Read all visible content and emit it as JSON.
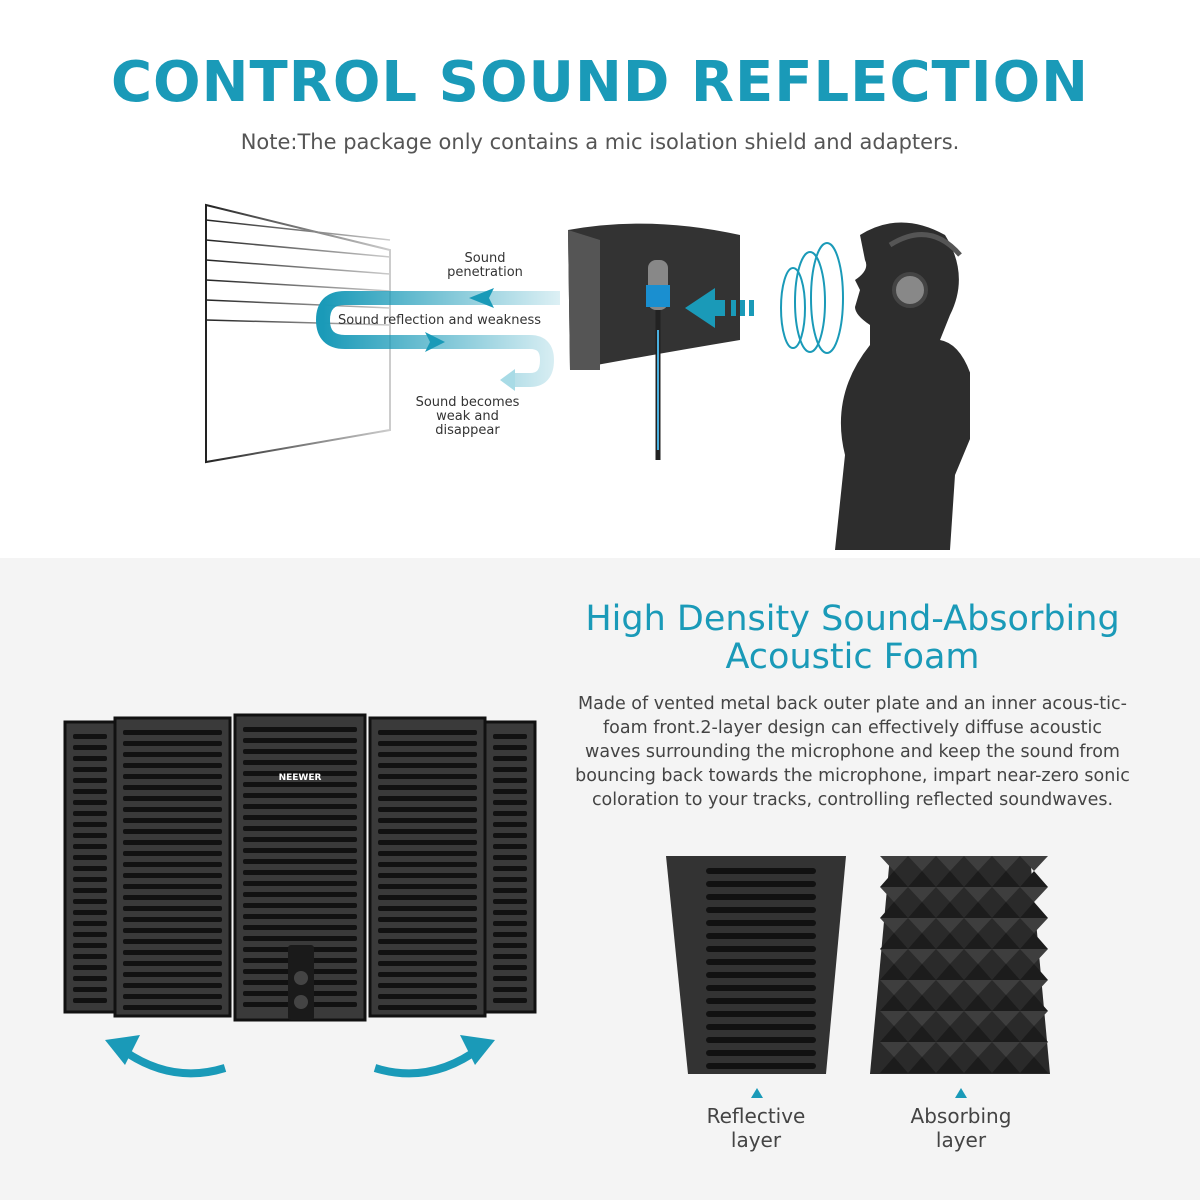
{
  "title": "CONTROL SOUND REFLECTION",
  "note": "Note:The package only contains a mic isolation shield and adapters.",
  "diagram": {
    "penetration": "Sound penetration",
    "reflection": "Sound reflection and weakness",
    "disappear": "Sound becomes weak and disappear"
  },
  "feature": {
    "heading": "High Density Sound-Absorbing Acoustic Foam",
    "description": "Made of vented metal back outer plate and an inner acous-tic-foam front.2-layer design can effectively diffuse acoustic waves surrounding the microphone and keep the sound from bouncing back towards the microphone, impart near-zero sonic coloration to your tracks, controlling reflected soundwaves.",
    "brand": "NEEWER",
    "layers": [
      {
        "label": "Reflective layer"
      },
      {
        "label": "Absorbing layer"
      }
    ]
  },
  "colors": {
    "accent": "#1a9ab8",
    "panel": "#3a3a3a",
    "foam": "#2a2a2a"
  }
}
